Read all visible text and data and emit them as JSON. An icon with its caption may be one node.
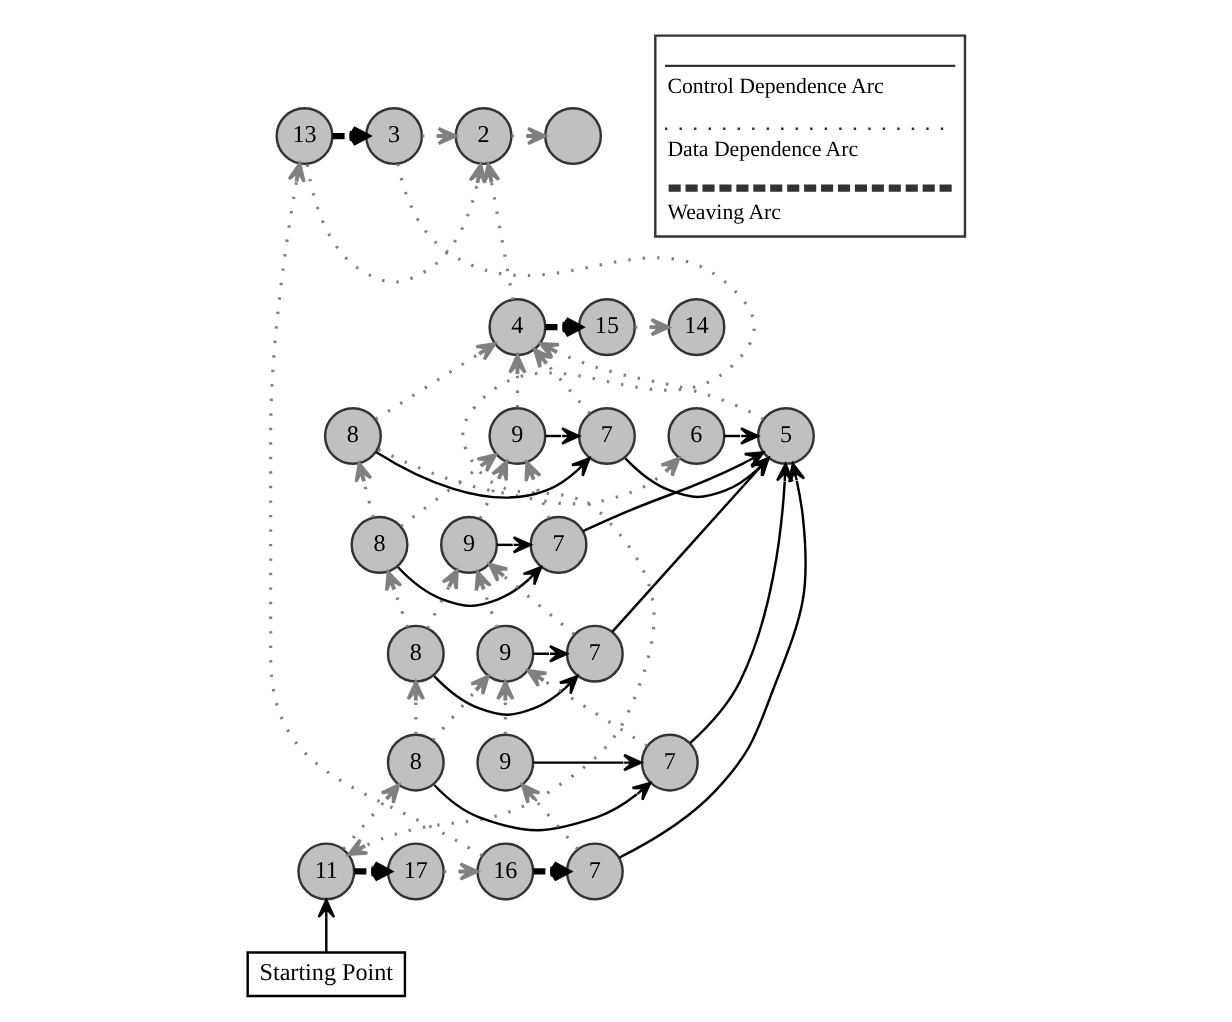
{
  "diagram": {
    "nodes": [
      {
        "text": [],
        "shape": "circle"
      },
      {
        "text": [
          "2"
        ]
      },
      {
        "text": [
          "3"
        ]
      },
      {
        "text": [
          "13"
        ]
      },
      {
        "text": [
          "4"
        ]
      },
      {
        "text": [
          "14"
        ]
      },
      {
        "text": [
          "15"
        ]
      },
      {
        "text": [
          "5"
        ]
      },
      {
        "text": [
          "6"
        ]
      },
      {
        "text": [
          "7"
        ]
      },
      {
        "text": [
          "8"
        ]
      },
      {
        "text": [
          "9"
        ]
      },
      {
        "text": [
          "7"
        ]
      },
      {
        "text": [
          "8"
        ]
      },
      {
        "text": [
          "9"
        ]
      },
      {
        "text": [
          "7"
        ]
      },
      {
        "text": [
          "8"
        ]
      },
      {
        "text": [
          "9"
        ]
      },
      {
        "text": [
          "7"
        ]
      },
      {
        "text": [
          "8"
        ]
      },
      {
        "text": [
          "9"
        ]
      },
      {
        "text": [
          "7"
        ]
      },
      {
        "text": [
          "16"
        ]
      },
      {
        "text": [
          "17"
        ]
      },
      {
        "text": [
          "11"
        ]
      },
      {
        "text": [
          "Starting Point"
        ]
      }
    ],
    "edges": [
      {
        "from": 1,
        "to": 0,
        "arrow": "to",
        "style": "dashed"
      },
      {
        "from": 2,
        "to": 1,
        "arrow": "to",
        "style": "dashed"
      },
      {
        "from": 3,
        "to": 2,
        "arrow": "to",
        "style": "dashed",
        "color": "#000000"
      },
      {
        "from": 3,
        "to": 1,
        "arrow": "to",
        "style": "dashed"
      },
      {
        "from": 2,
        "to": 24,
        "arrow": "to",
        "style": "dashed"
      },
      {
        "from": 22,
        "to": 3,
        "arrow": "to",
        "style": "dashed"
      },
      {
        "from": 4,
        "to": 1,
        "arrow": "to",
        "style": "dashed"
      },
      {
        "from": 6,
        "to": 5,
        "arrow": "to",
        "style": "dashed"
      },
      {
        "from": 4,
        "to": 6,
        "arrow": "to",
        "style": "dashed",
        "color": "#000000"
      },
      {
        "from": 7,
        "to": 4,
        "arrow": "to",
        "style": "dashed"
      },
      {
        "from": 11,
        "to": 4,
        "arrow": "to",
        "style": "dashed"
      },
      {
        "from": 9,
        "to": 4,
        "arrow": "to",
        "style": "dashed"
      },
      {
        "from": 10,
        "to": 4,
        "arrow": "to",
        "style": "dashed"
      },
      {
        "from": 10,
        "to": 8,
        "arrow": "to",
        "style": "dashed"
      },
      {
        "from": 8,
        "to": 7,
        "arrow": "to",
        "color": "#000000"
      },
      {
        "from": 9,
        "to": 7,
        "arrow": "to",
        "color": "#000000"
      },
      {
        "from": 12,
        "to": 7,
        "arrow": "to",
        "color": "#000000"
      },
      {
        "from": 15,
        "to": 7,
        "arrow": "to",
        "color": "#000000"
      },
      {
        "from": 18,
        "to": 7,
        "arrow": "to",
        "color": "#000000"
      },
      {
        "from": 21,
        "to": 7,
        "arrow": "to",
        "color": "#000000"
      },
      {
        "from": 10,
        "to": 9,
        "arrow": "to",
        "color": "#000000"
      },
      {
        "from": 11,
        "to": 9,
        "arrow": "to",
        "color": "#000000"
      },
      {
        "from": 13,
        "to": 12,
        "arrow": "to",
        "color": "#000000"
      },
      {
        "from": 14,
        "to": 12,
        "arrow": "to",
        "color": "#000000"
      },
      {
        "from": 12,
        "to": 11,
        "arrow": "to",
        "style": "dashed"
      },
      {
        "from": 13,
        "to": 11,
        "arrow": "to",
        "style": "dashed"
      },
      {
        "from": 14,
        "to": 11,
        "arrow": "to",
        "style": "dashed"
      },
      {
        "from": 13,
        "to": 10,
        "arrow": "to",
        "style": "dashed"
      },
      {
        "from": 16,
        "to": 15,
        "arrow": "to",
        "color": "#000000"
      },
      {
        "from": 17,
        "to": 15,
        "arrow": "to",
        "color": "#000000"
      },
      {
        "from": 15,
        "to": 14,
        "arrow": "to",
        "style": "dashed"
      },
      {
        "from": 16,
        "to": 14,
        "arrow": "to",
        "style": "dashed"
      },
      {
        "from": 17,
        "to": 14,
        "arrow": "to",
        "style": "dashed"
      },
      {
        "from": 16,
        "to": 13,
        "arrow": "to",
        "style": "dashed"
      },
      {
        "from": 19,
        "to": 18,
        "arrow": "to",
        "color": "#000000"
      },
      {
        "from": 20,
        "to": 18,
        "arrow": "to",
        "color": "#000000"
      },
      {
        "from": 18,
        "to": 17,
        "arrow": "to",
        "style": "dashed"
      },
      {
        "from": 19,
        "to": 17,
        "arrow": "to",
        "style": "dashed"
      },
      {
        "from": 20,
        "to": 17,
        "arrow": "to",
        "style": "dashed"
      },
      {
        "from": 19,
        "to": 16,
        "arrow": "to",
        "style": "dashed"
      },
      {
        "from": 21,
        "to": 20,
        "arrow": "to",
        "style": "dashed"
      },
      {
        "from": 22,
        "to": 21,
        "arrow": "to",
        "style": "dashed",
        "color": "#000000"
      },
      {
        "from": 23,
        "to": 22,
        "arrow": "to",
        "style": "dashed"
      },
      {
        "from": 24,
        "to": 23,
        "arrow": "to",
        "style": "dashed",
        "color": "#000000"
      },
      {
        "from": 24,
        "to": 19,
        "arrow": "to",
        "style": "dashed"
      },
      {
        "from": 25,
        "to": 24,
        "arrow": "to",
        "color": "#000000"
      }
    ],
    "legend": [
      {
        "text": "Control Dependence Arc"
      },
      {
        "text": "Data Dependence Arc"
      },
      {
        "text": "Weaving Arc"
      }
    ]
  }
}
